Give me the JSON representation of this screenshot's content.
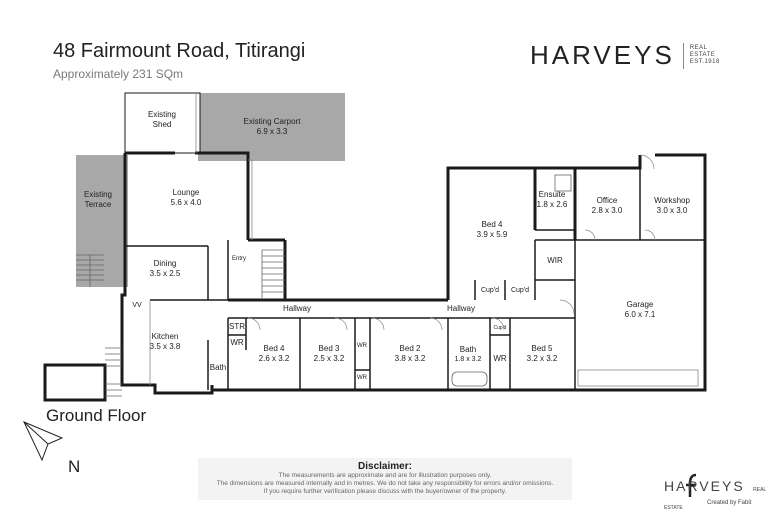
{
  "header": {
    "title": "48 Fairmount Road, Titirangi",
    "subtitle": "Approximately 231 SQm"
  },
  "brand": {
    "name": "HARVEYS",
    "tag_line1": "REAL",
    "tag_line2": "ESTATE",
    "tag_line3": "EST.1918"
  },
  "floor_label": "Ground Floor",
  "north_label": "N",
  "rooms": {
    "shed_name": "Existing",
    "shed_name2": "Shed",
    "carport_name": "Existing Carport",
    "carport_dim": "6.9 x 3.3",
    "terrace_name": "Existing",
    "terrace_name2": "Terrace",
    "lounge_name": "Lounge",
    "lounge_dim": "5.6 x 4.0",
    "dining_name": "Dining",
    "dining_dim": "3.5 x 2.5",
    "entry_name": "Entry",
    "vv_name": "VV",
    "kitchen_name": "Kitchen",
    "kitchen_dim": "3.5 x 3.8",
    "bath_left_name": "Bath",
    "str_name": "STR",
    "wr_left_name": "WR",
    "hallway_left_name": "Hallway",
    "bed4l_name": "Bed 4",
    "bed4l_dim": "2.6 x 3.2",
    "bed3_name": "Bed 3",
    "bed3_dim": "2.5 x 3.2",
    "wr_mid1_name": "WR",
    "wr_mid2_name": "WR",
    "bed2_name": "Bed 2",
    "bed2_dim": "3.8 x 3.2",
    "hallway_right_name": "Hallway",
    "bath_right_name": "Bath",
    "bath_right_dim": "1.8 x 3.2",
    "cupd_small_name": "Cup'd",
    "wr_right_name": "WR",
    "bed5_name": "Bed 5",
    "bed5_dim": "3.2 x 3.2",
    "bed4r_name": "Bed 4",
    "bed4r_dim": "3.9 x 5.9",
    "ensuite_name": "Ensuite",
    "ensuite_dim": "1.8 x 2.6",
    "wir_name": "WIR",
    "cupd1_name": "Cup'd",
    "cupd2_name": "Cup'd",
    "office_name": "Office",
    "office_dim": "2.8 x 3.0",
    "workshop_name": "Workshop",
    "workshop_dim": "3.0 x 3.0",
    "garage_name": "Garage",
    "garage_dim": "6.0 x 7.1"
  },
  "disclaimer": {
    "title": "Disclaimer:",
    "line1": "The measurements are approximate and are for illustration purposes only.",
    "line2": "The dimensions are measured internally and in metres. We do not take any responsibility for errors and/or omissions.",
    "line3": "If you require further verification please discuss with the buyer/owner of the property."
  },
  "footer": {
    "brand": "HARVEYS",
    "tag": "REAL ESTATE",
    "created_by": "Created by Fabit"
  },
  "colors": {
    "wall": "#1a1a1a",
    "outdoor": "#a8a8a8",
    "interior_line": "#666666"
  }
}
